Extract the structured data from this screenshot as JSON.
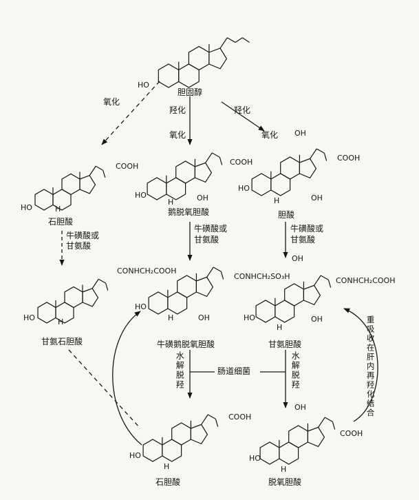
{
  "compounds": {
    "cholesterol": "胆固醇",
    "lithocholic_top": "石胆酸",
    "cdca": "鹅脱氧胆酸",
    "cholic": "胆酸",
    "glycolithocholic": "甘氨石胆酸",
    "taurocdca": "牛磺鹅脱氧胆酸",
    "glycocholic": "甘氨胆酸",
    "lithocholic_bottom": "石胆酸",
    "deoxycholic": "脱氧胆酸"
  },
  "reactions": {
    "oxidation_left": "氧化",
    "hydroxylation_mid": "羟化",
    "hydroxylation_right": "羟化",
    "oxidation_mid": "氧化",
    "oxidation_right": "氧化",
    "conj_left_1": "牛磺酸或",
    "conj_left_2": "甘氨酸",
    "conj_mid_1": "牛磺酸或",
    "conj_mid_2": "甘氨酸",
    "conj_right_1": "牛磺酸或",
    "conj_right_2": "甘氨酸",
    "hydrolysis_mid": "水解脱羟",
    "hydrolysis_right": "水解脱羟",
    "gut_bacteria": "肠道细菌",
    "reabsorption": "重吸收在肝内再羟化结合"
  },
  "groups": {
    "cooh": "COOH",
    "oh": "OH",
    "ho": "HO",
    "h": "H",
    "conhch2cooh": "CONHCH₂COOH",
    "conhch2so3h": "CONHCH₂SO₃H"
  }
}
